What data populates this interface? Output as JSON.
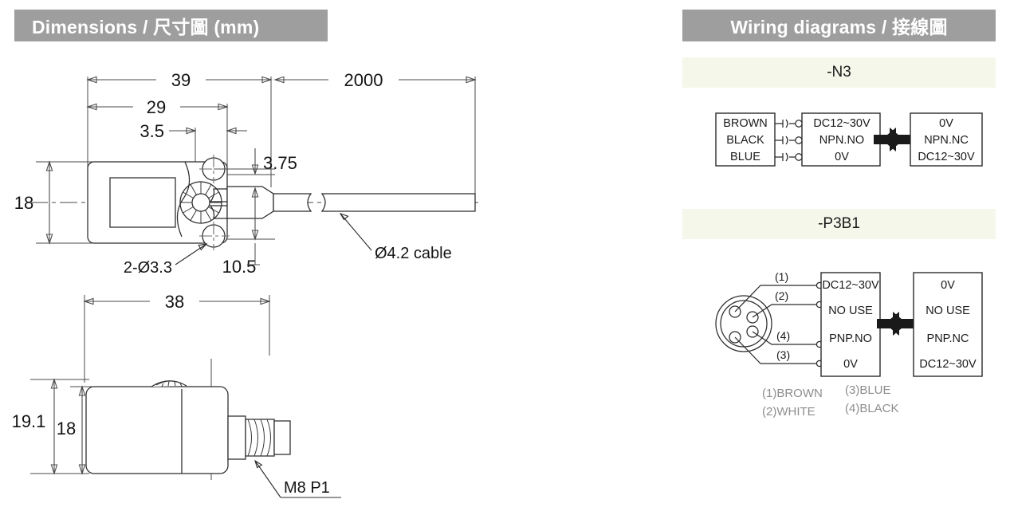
{
  "sections": {
    "dimensions": {
      "title": "Dimensions / 尺寸圖 (mm)",
      "header_bg": "#9e9e9e",
      "header_fg": "#ffffff"
    },
    "wiring": {
      "title": "Wiring diagrams / 接線圖",
      "header_bg": "#9e9e9e",
      "header_fg": "#ffffff"
    }
  },
  "dimension_drawing": {
    "top_view": {
      "labels": {
        "overall_length": "39",
        "body_length": "29",
        "hole_offset": "3.5",
        "hole_pitch_half": "3.75",
        "body_height": "18",
        "hole_callout": "2-Ø3.3",
        "cable_gland": "10.5",
        "cable_length": "2000",
        "cable_note": "Ø4.2 cable"
      }
    },
    "side_view": {
      "labels": {
        "body_depth": "38",
        "overall_height": "19.1",
        "body_height": "18",
        "thread_note": "M8 P1"
      }
    }
  },
  "wiring_diagrams": [
    {
      "id": "-N3",
      "type": "cable",
      "wire_box": {
        "rows": [
          "BROWN",
          "BLACK",
          "BLUE"
        ]
      },
      "no_box": {
        "rows": [
          "DC12~30V",
          "NPN.NO",
          "0V"
        ]
      },
      "nc_box": {
        "rows": [
          "0V",
          "NPN.NC",
          "DC12~30V"
        ]
      },
      "arrow": "double-arrow"
    },
    {
      "id": "-P3B1",
      "type": "connector",
      "pin_labels": [
        "(1)",
        "(2)",
        "(4)",
        "(3)"
      ],
      "no_box": {
        "rows": [
          "DC12~30V",
          "NO USE",
          "PNP.NO",
          "0V"
        ]
      },
      "nc_box": {
        "rows": [
          "0V",
          "NO USE",
          "PNP.NC",
          "DC12~30V"
        ]
      },
      "arrow": "double-arrow",
      "legend": [
        {
          "pin": "(1)",
          "color": "BROWN"
        },
        {
          "pin": "(2)",
          "color": "WHITE"
        },
        {
          "pin": "(3)",
          "color": "BLUE"
        },
        {
          "pin": "(4)",
          "color": "BLACK"
        }
      ],
      "legend_text": {
        "l1": "(1)BROWN",
        "l2": "(2)WHITE",
        "l3": "(3)BLUE",
        "l4": "(4)BLACK"
      }
    }
  ]
}
